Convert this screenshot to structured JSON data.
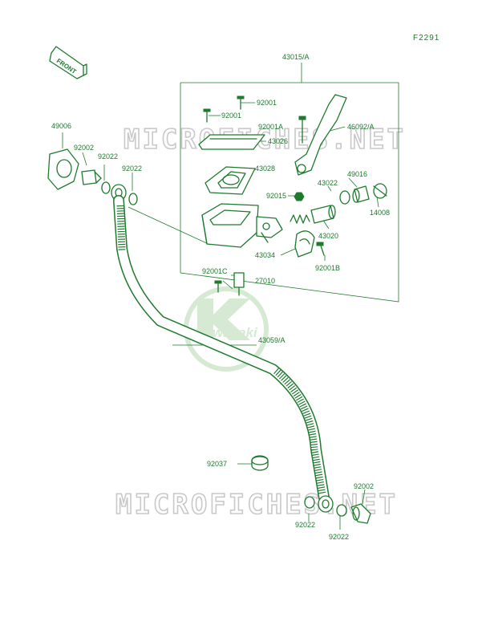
{
  "figure_ref": "F2291",
  "front_label": "FRONT",
  "brand": "Kawasaki",
  "watermark": "MICROFICHES.NET",
  "parts": {
    "p43015A": "43015/A",
    "p92001_a": "92001",
    "p92001_b": "92001",
    "p92001A": "92001A",
    "p46092A": "46092/A",
    "p43026": "43026",
    "p43028": "43028",
    "p49016": "49016",
    "p43022": "43022",
    "p92015": "92015",
    "p14008": "14008",
    "p43020": "43020",
    "p43034": "43034",
    "p92001B": "92001B",
    "p92001C": "92001C",
    "p27010": "27010",
    "p43059A": "43059/A",
    "p49006": "49006",
    "p92002_top": "92002",
    "p92022_a": "92022",
    "p92022_b": "92022",
    "p92037": "92037",
    "p92002_bot": "92002",
    "p92022_c": "92022",
    "p92022_d": "92022"
  },
  "colors": {
    "ink": "#1e7a2e",
    "watermark": "#c9c9c9",
    "logo_tint": "#d6e9d3",
    "background": "#ffffff"
  }
}
